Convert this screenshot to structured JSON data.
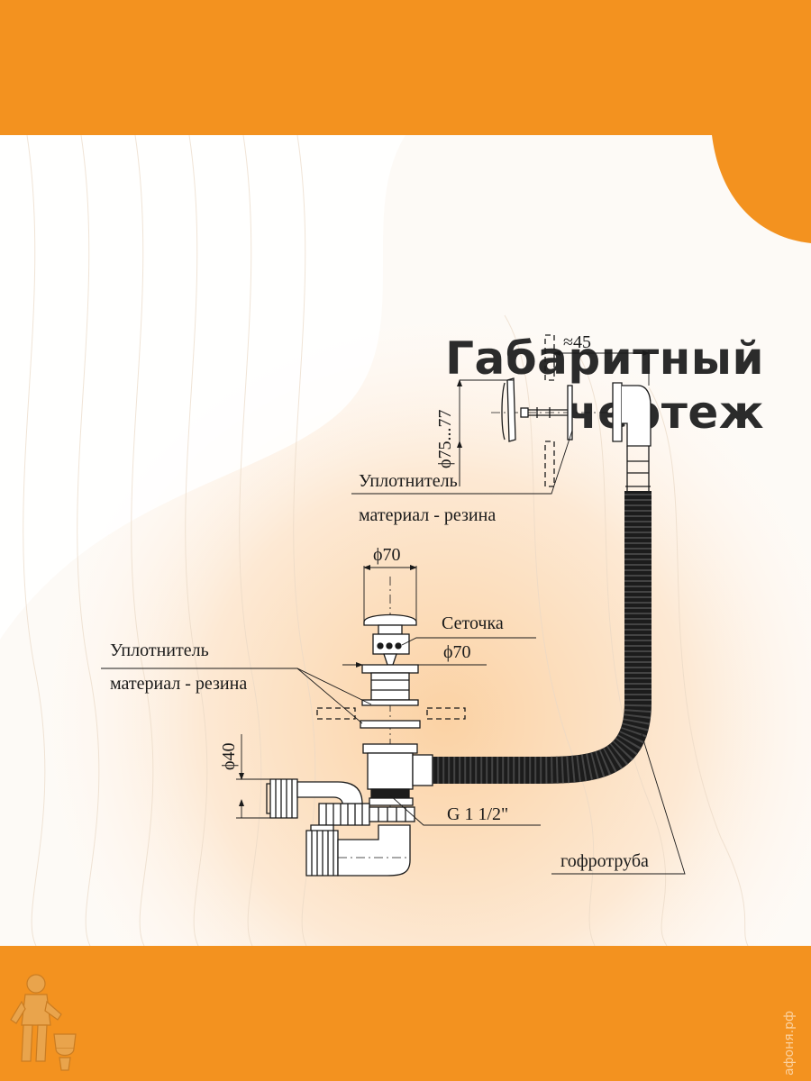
{
  "title": {
    "line1": "Габаритный",
    "line2": "чертеж"
  },
  "labels": {
    "overflow_width": "≈45",
    "overflow_diameter": "ϕ75...77",
    "seal_top_line1": "Уплотнитель",
    "seal_top_line2": "материал - резина",
    "plug_diameter": "ϕ70",
    "strainer": "Сеточка",
    "strainer_diameter": "ϕ70",
    "seal_bottom_line1": "Уплотнитель",
    "seal_bottom_line2": "материал - резина",
    "outlet_diameter": "ϕ40",
    "thread": "G 1 1/2\"",
    "hose": "гофротруба"
  },
  "watermark": "афоня.рф",
  "colors": {
    "band": "#f3921f",
    "background": "#ffffff",
    "accent_glow": "#fcdcb8",
    "text": "#2b2b2b",
    "hose": "#1c1c1c"
  },
  "icons": {
    "mascot": "plumber-mascot-logo"
  }
}
